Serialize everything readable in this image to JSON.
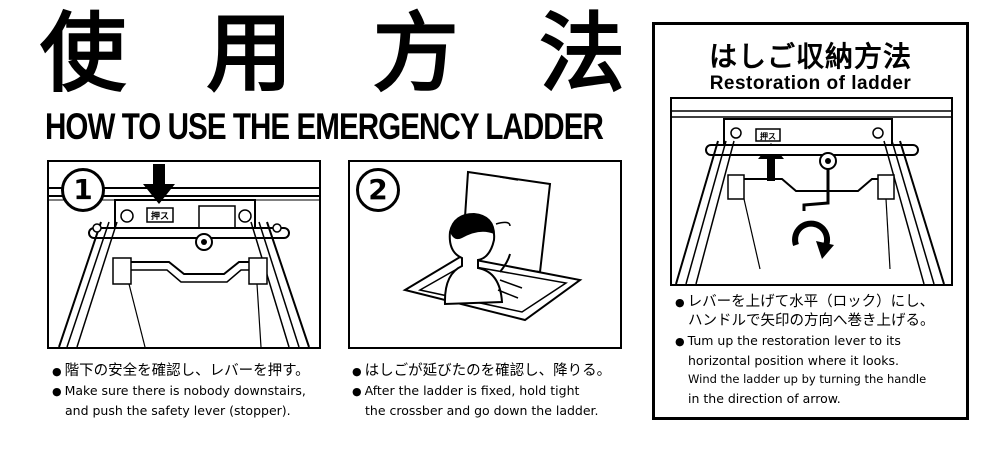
{
  "header": {
    "title_jp_chars": [
      "使",
      "用",
      "方",
      "法"
    ],
    "title_en": "HOW TO USE THE EMERGENCY LADDER"
  },
  "steps": [
    {
      "number": "1",
      "label_tag": "押ス",
      "caption_jp": "階下の安全を確認し、レバーを押す。",
      "caption_en_lines": [
        "Make sure there is nobody downstairs,",
        "and push the safety lever (stopper)."
      ]
    },
    {
      "number": "2",
      "caption_jp": "はしごが延びたのを確認し、降りる。",
      "caption_en_lines": [
        "After the ladder is fixed, hold tight",
        "the crossber and go down the ladder."
      ]
    }
  ],
  "restoration": {
    "title_jp": "はしご収納方法",
    "title_en": "Restoration of ladder",
    "label_tag": "押ス",
    "caption_jp_lines": [
      "レバーを上げて水平（ロック）にし、",
      "ハンドルで矢印の方向へ巻き上げる。"
    ],
    "caption_en_lines": [
      "Tum up the restoration lever to its",
      "horizontal position where it looks.",
      "Wind the ladder up by turning the handle",
      "in the direction of arrow."
    ]
  },
  "bullet": "●"
}
